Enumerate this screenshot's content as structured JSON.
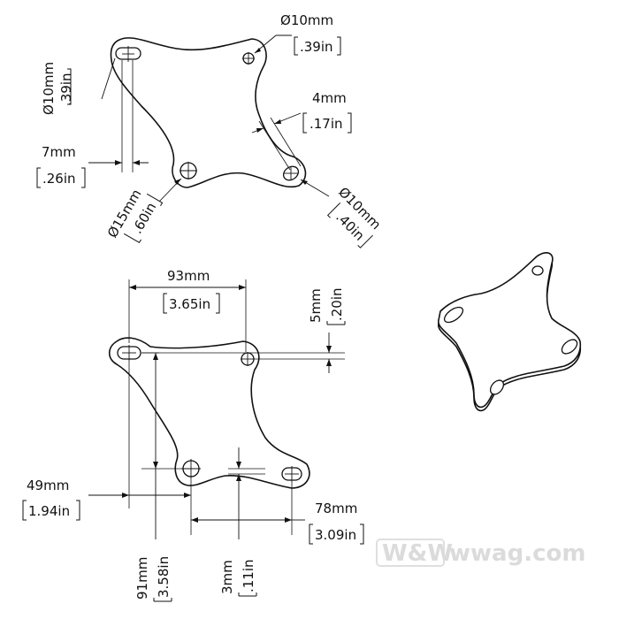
{
  "top_view": {
    "d10_left": {
      "metric": "10mm",
      "imperial": ".39in"
    },
    "d10_top_right": {
      "metric": "10mm",
      "imperial": ".39in"
    },
    "slot_width": {
      "metric": "4mm",
      "imperial": ".17in"
    },
    "offset_7mm": {
      "metric": "7mm",
      "imperial": ".26in"
    },
    "d15": {
      "metric": "15mm",
      "imperial": ".60in"
    },
    "d10_bottom_right": {
      "metric": "10mm",
      "imperial": ".40in"
    },
    "diameter_symbol": "Ø"
  },
  "front_view": {
    "width_93": {
      "metric": "93mm",
      "imperial": "3.65in"
    },
    "offset_5": {
      "metric": "5mm",
      "imperial": ".20in"
    },
    "width_49": {
      "metric": "49mm",
      "imperial": "1.94in"
    },
    "width_78": {
      "metric": "78mm",
      "imperial": "3.09in"
    },
    "height_91": {
      "metric": "91mm",
      "imperial": "3.58in"
    },
    "offset_3": {
      "metric": "3mm",
      "imperial": ".11in"
    }
  },
  "watermark": {
    "logo": "W&W",
    "site": "wwag.com"
  }
}
